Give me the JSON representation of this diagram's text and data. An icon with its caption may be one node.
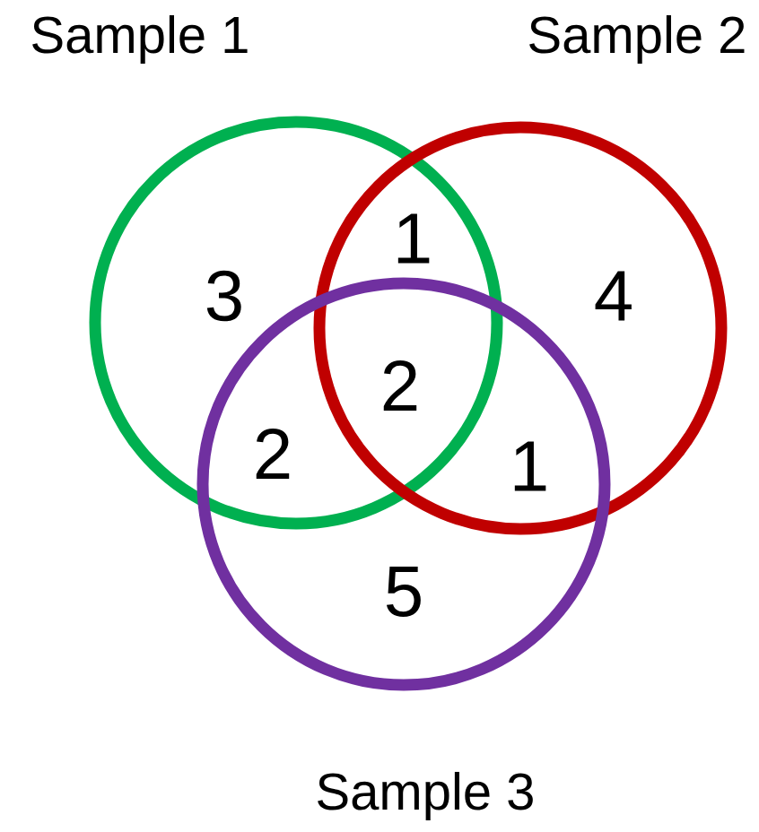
{
  "diagram": {
    "nodes": [
      {
        "text": [
          "Sample 1"
        ]
      },
      {
        "text": [
          "Sample 2"
        ]
      },
      {
        "text": [
          "Sample 3"
        ]
      }
    ],
    "labels": [
      "1",
      "3",
      "4",
      "2",
      "2",
      "1",
      "5"
    ]
  }
}
